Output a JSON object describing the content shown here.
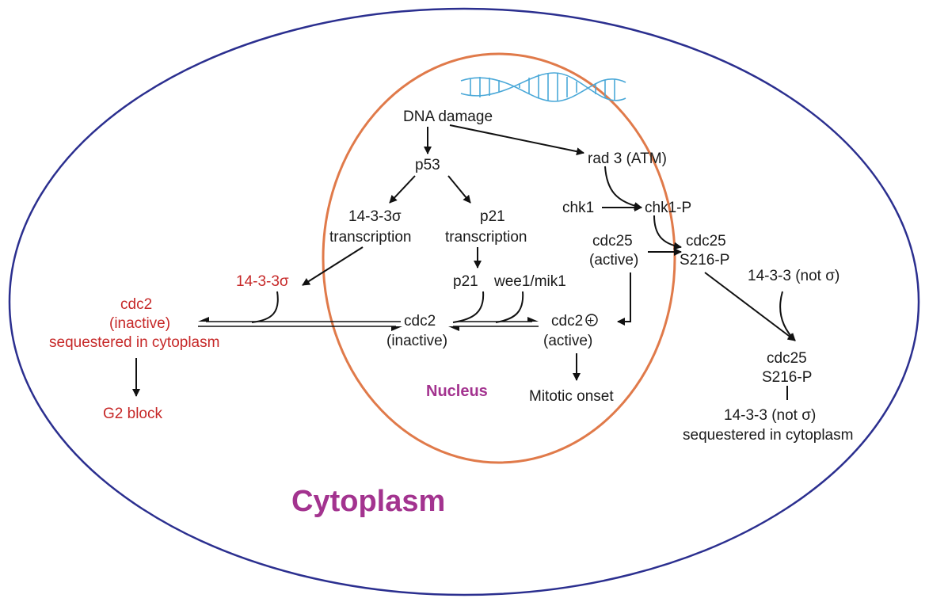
{
  "regions": {
    "cytoplasm": "Cytoplasm",
    "nucleus": "Nucleus"
  },
  "nodes": {
    "dna_damage": "DNA damage",
    "p53": "p53",
    "rad3": "rad 3 (ATM)",
    "chk1": "chk1",
    "chk1_p": "chk1-P",
    "sigma_transcription_1": "14-3-3σ",
    "sigma_transcription_2": "transcription",
    "p21_transcription_1": "p21",
    "p21_transcription_2": "transcription",
    "cdc25_active_1": "cdc25",
    "cdc25_active_2": "(active)",
    "cdc25_s216_1": "cdc25",
    "cdc25_s216_2": "S216-P",
    "sigma_protein": "14-3-3σ",
    "p21": "p21",
    "wee1_mik1": "wee1/mik1",
    "cdc2_seq_1": "cdc2",
    "cdc2_seq_2": "(inactive)",
    "cdc2_seq_3": "sequestered in cytoplasm",
    "cdc2_inactive_1": "cdc2",
    "cdc2_inactive_2": "(inactive)",
    "cdc2_active_1": "cdc2",
    "cdc2_active_2": "(active)",
    "plus_sign": "+",
    "mitotic_onset": "Mitotic onset",
    "g2_block": "G2 block",
    "not_sigma_top": "14-3-3 (not σ)",
    "cdc25_cyto_1": "cdc25",
    "cdc25_cyto_2": "S216-P",
    "not_sigma_seq_1": "14-3-3 (not σ)",
    "not_sigma_seq_2": "sequestered in cytoplasm"
  },
  "colors": {
    "cell_outline": "#2b2f8f",
    "nucleus_outline": "#e07a4a",
    "dna": "#4aa8d8",
    "region_label": "#a3338f",
    "cytoplasm_species": "#c62828",
    "text": "#1a1a1a"
  },
  "icons": {
    "dna": "dna-helix-icon"
  }
}
